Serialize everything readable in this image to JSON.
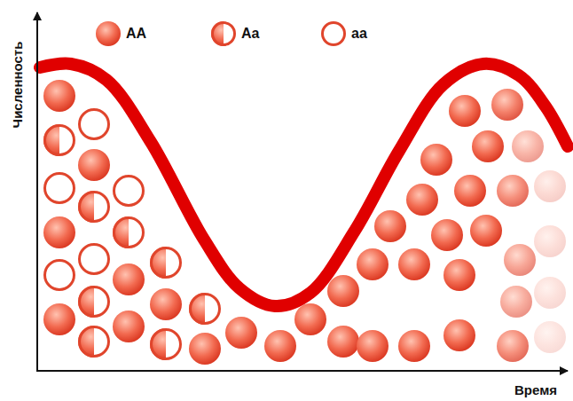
{
  "diagram": {
    "labels": [
      "Численность",
      "Время"
    ],
    "legend": [
      {
        "text": "AA"
      },
      {
        "text": "Aa"
      },
      {
        "text": "aa"
      }
    ]
  }
}
